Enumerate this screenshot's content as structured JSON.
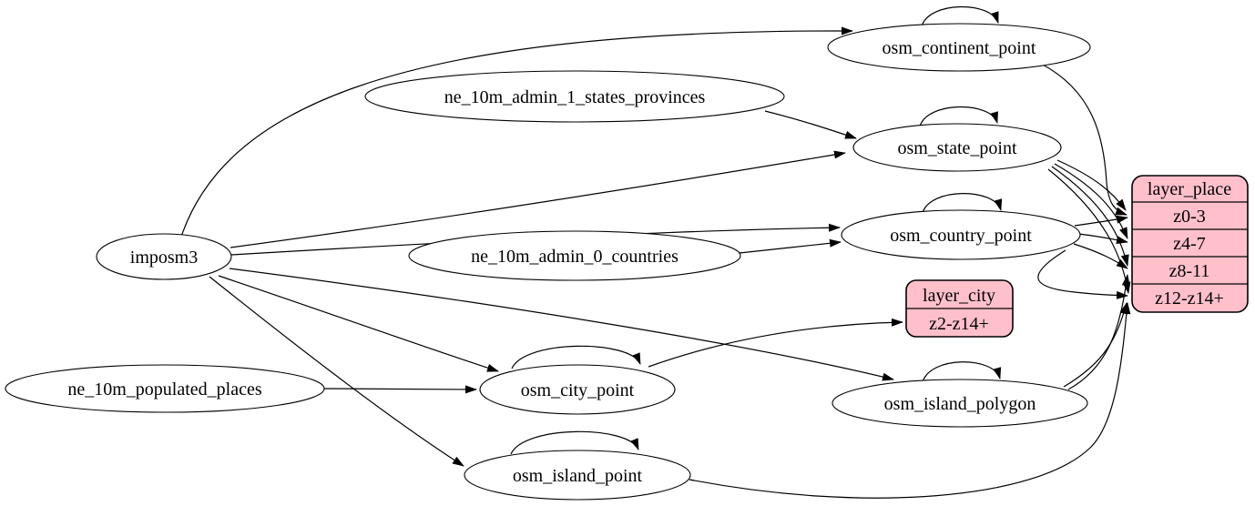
{
  "diagram": {
    "type": "etl-graph",
    "colors": {
      "background": "#ffffff",
      "stroke": "#000000",
      "text": "#000000",
      "table_fill": "#ffffff",
      "record_fill": "#ffc0cb"
    },
    "nodes": {
      "imposm3": {
        "label": "imposm3",
        "kind": "source"
      },
      "ne_10m_populated_places": {
        "label": "ne_10m_populated_places",
        "kind": "source"
      },
      "ne_10m_admin_1_states_provinces": {
        "label": "ne_10m_admin_1_states_provinces",
        "kind": "source"
      },
      "ne_10m_admin_0_countries": {
        "label": "ne_10m_admin_0_countries",
        "kind": "source"
      },
      "osm_continent_point": {
        "label": "osm_continent_point",
        "kind": "table"
      },
      "osm_state_point": {
        "label": "osm_state_point",
        "kind": "table"
      },
      "osm_country_point": {
        "label": "osm_country_point",
        "kind": "table"
      },
      "osm_city_point": {
        "label": "osm_city_point",
        "kind": "table"
      },
      "osm_island_point": {
        "label": "osm_island_point",
        "kind": "table"
      },
      "osm_island_polygon": {
        "label": "osm_island_polygon",
        "kind": "table"
      },
      "layer_city": {
        "title": "layer_city",
        "rows": [
          "z2-z14+"
        ],
        "kind": "layer"
      },
      "layer_place": {
        "title": "layer_place",
        "rows": [
          "z0-3",
          "z4-7",
          "z8-11",
          "z12-z14+"
        ],
        "kind": "layer"
      }
    },
    "edges": [
      {
        "from": "imposm3",
        "to": "osm_continent_point"
      },
      {
        "from": "imposm3",
        "to": "osm_state_point"
      },
      {
        "from": "imposm3",
        "to": "osm_country_point"
      },
      {
        "from": "imposm3",
        "to": "osm_city_point"
      },
      {
        "from": "imposm3",
        "to": "osm_island_polygon"
      },
      {
        "from": "imposm3",
        "to": "osm_island_point"
      },
      {
        "from": "ne_10m_admin_1_states_provinces",
        "to": "osm_state_point"
      },
      {
        "from": "ne_10m_admin_0_countries",
        "to": "osm_country_point"
      },
      {
        "from": "ne_10m_populated_places",
        "to": "osm_city_point"
      },
      {
        "from": "osm_continent_point",
        "to": "osm_continent_point"
      },
      {
        "from": "osm_state_point",
        "to": "osm_state_point"
      },
      {
        "from": "osm_country_point",
        "to": "osm_country_point"
      },
      {
        "from": "osm_city_point",
        "to": "osm_city_point"
      },
      {
        "from": "osm_island_point",
        "to": "osm_island_point"
      },
      {
        "from": "osm_island_polygon",
        "to": "osm_island_polygon"
      },
      {
        "from": "osm_continent_point",
        "to": "layer_place:z0-3"
      },
      {
        "from": "osm_state_point",
        "to": "layer_place:z0-3"
      },
      {
        "from": "osm_state_point",
        "to": "layer_place:z4-7"
      },
      {
        "from": "osm_state_point",
        "to": "layer_place:z8-11"
      },
      {
        "from": "osm_state_point",
        "to": "layer_place:z12-z14+"
      },
      {
        "from": "osm_country_point",
        "to": "layer_place:z0-3"
      },
      {
        "from": "osm_country_point",
        "to": "layer_place:z4-7"
      },
      {
        "from": "osm_country_point",
        "to": "layer_place:z8-11"
      },
      {
        "from": "osm_country_point",
        "to": "layer_place:z12-z14+"
      },
      {
        "from": "osm_island_polygon",
        "to": "layer_place:z8-11"
      },
      {
        "from": "osm_island_polygon",
        "to": "layer_place:z12-z14+"
      },
      {
        "from": "osm_island_point",
        "to": "layer_place:z12-z14+"
      },
      {
        "from": "osm_city_point",
        "to": "layer_city:z2-z14+"
      }
    ]
  }
}
